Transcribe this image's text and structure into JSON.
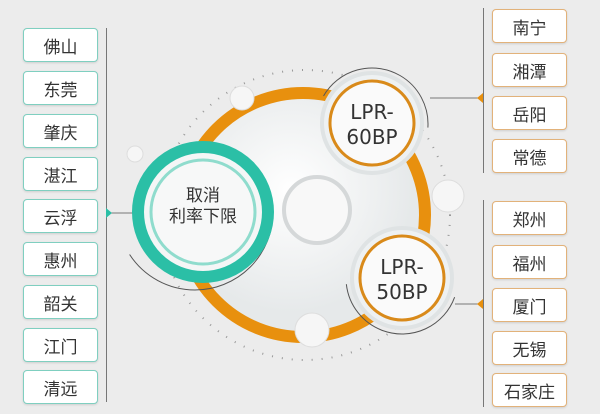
{
  "center": {
    "left_label_line1": "取消",
    "left_label_line2": "利率下限",
    "top_label_line1": "LPR-",
    "top_label_line2": "60BP",
    "bottom_label_line1": "LPR-",
    "bottom_label_line2": "50BP"
  },
  "left_cities": [
    "佛山",
    "东莞",
    "肇庆",
    "湛江",
    "云浮",
    "惠州",
    "韶关",
    "江门",
    "清远"
  ],
  "right_top_cities": [
    "南宁",
    "湘潭",
    "岳阳",
    "常德"
  ],
  "right_bottom_cities": [
    "郑州",
    "福州",
    "厦门",
    "无锡",
    "石家庄"
  ],
  "colors": {
    "teal": "#2bbfa6",
    "orange": "#e8900e",
    "gold": "#d99a3a"
  }
}
